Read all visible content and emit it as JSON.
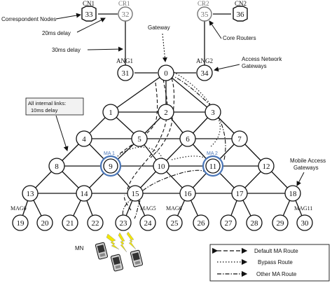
{
  "labels": {
    "correspondent_nodes": "Correspondent Nodes",
    "delay_20": "20ms delay",
    "delay_30": "30ms delay",
    "gateway": "Gateway",
    "core_routers": "Core Routers",
    "access_network_gateways_1": "Access Network",
    "access_network_gateways_2": "Gateways",
    "internal_links_1": "All internal links:",
    "internal_links_2": "10ms delay",
    "mobile_access_gateways_1": "Mobile Access",
    "mobile_access_gateways_2": "Gateways",
    "mn": "MN",
    "cn1": "CN1",
    "cr1": "CR1",
    "cr2": "CR2",
    "cn2": "CN2",
    "ang1": "ANG1",
    "ang2": "ANG2",
    "ma1": "MA 1",
    "ma2": "MA 2",
    "mag0": "MAG0",
    "mag5": "MAG5",
    "mag6": "MAG6",
    "mag11": "MAG11"
  },
  "legend": {
    "default_route": "Default MA Route",
    "bypass_route": "Bypass Route",
    "other_route": "Other MA Route"
  },
  "nodes": [
    {
      "id": "33",
      "label": "33"
    },
    {
      "id": "32",
      "label": "32"
    },
    {
      "id": "35",
      "label": "35"
    },
    {
      "id": "36",
      "label": "36"
    },
    {
      "id": "31",
      "label": "31"
    },
    {
      "id": "0",
      "label": "0"
    },
    {
      "id": "34",
      "label": "34"
    },
    {
      "id": "1",
      "label": "1"
    },
    {
      "id": "2",
      "label": "2"
    },
    {
      "id": "3",
      "label": "3"
    },
    {
      "id": "4",
      "label": "4"
    },
    {
      "id": "5",
      "label": "5"
    },
    {
      "id": "6",
      "label": "6"
    },
    {
      "id": "7",
      "label": "7"
    },
    {
      "id": "8",
      "label": "8"
    },
    {
      "id": "9",
      "label": "9"
    },
    {
      "id": "10",
      "label": "10"
    },
    {
      "id": "11",
      "label": "11"
    },
    {
      "id": "12",
      "label": "12"
    },
    {
      "id": "13",
      "label": "13"
    },
    {
      "id": "14",
      "label": "14"
    },
    {
      "id": "15",
      "label": "15"
    },
    {
      "id": "16",
      "label": "16"
    },
    {
      "id": "17",
      "label": "17"
    },
    {
      "id": "18",
      "label": "18"
    },
    {
      "id": "19",
      "label": "19"
    },
    {
      "id": "20",
      "label": "20"
    },
    {
      "id": "21",
      "label": "21"
    },
    {
      "id": "22",
      "label": "22"
    },
    {
      "id": "23",
      "label": "23"
    },
    {
      "id": "24",
      "label": "24"
    },
    {
      "id": "25",
      "label": "25"
    },
    {
      "id": "26",
      "label": "26"
    },
    {
      "id": "27",
      "label": "27"
    },
    {
      "id": "28",
      "label": "28"
    },
    {
      "id": "29",
      "label": "29"
    },
    {
      "id": "30",
      "label": "30"
    }
  ],
  "colors": {
    "line": "#111111",
    "ma_highlight": "#4a76b8",
    "cr_grey": "#777777",
    "lightning": "#f2e600",
    "label_box": "#f2f2f2"
  }
}
